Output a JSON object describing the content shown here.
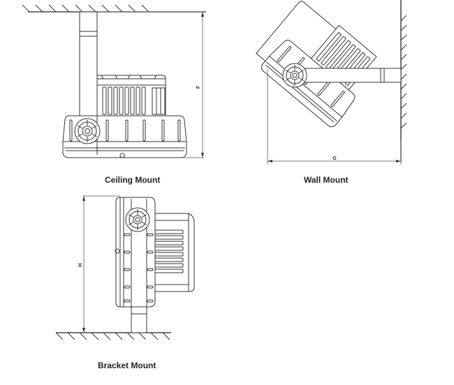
{
  "title": "Mounting Options",
  "views": [
    {
      "id": "ceiling",
      "caption": "Ceiling Mount",
      "dimension_label": "F",
      "surface": "ceiling"
    },
    {
      "id": "wall",
      "caption": "Wall Mount",
      "dimension_label": "G",
      "surface": "wall"
    },
    {
      "id": "bracket",
      "caption": "Bracket Mount",
      "dimension_label": "H",
      "surface": "floor"
    }
  ],
  "colors": {
    "line": "#333333",
    "background": "#ffffff",
    "caption": "#222222"
  }
}
